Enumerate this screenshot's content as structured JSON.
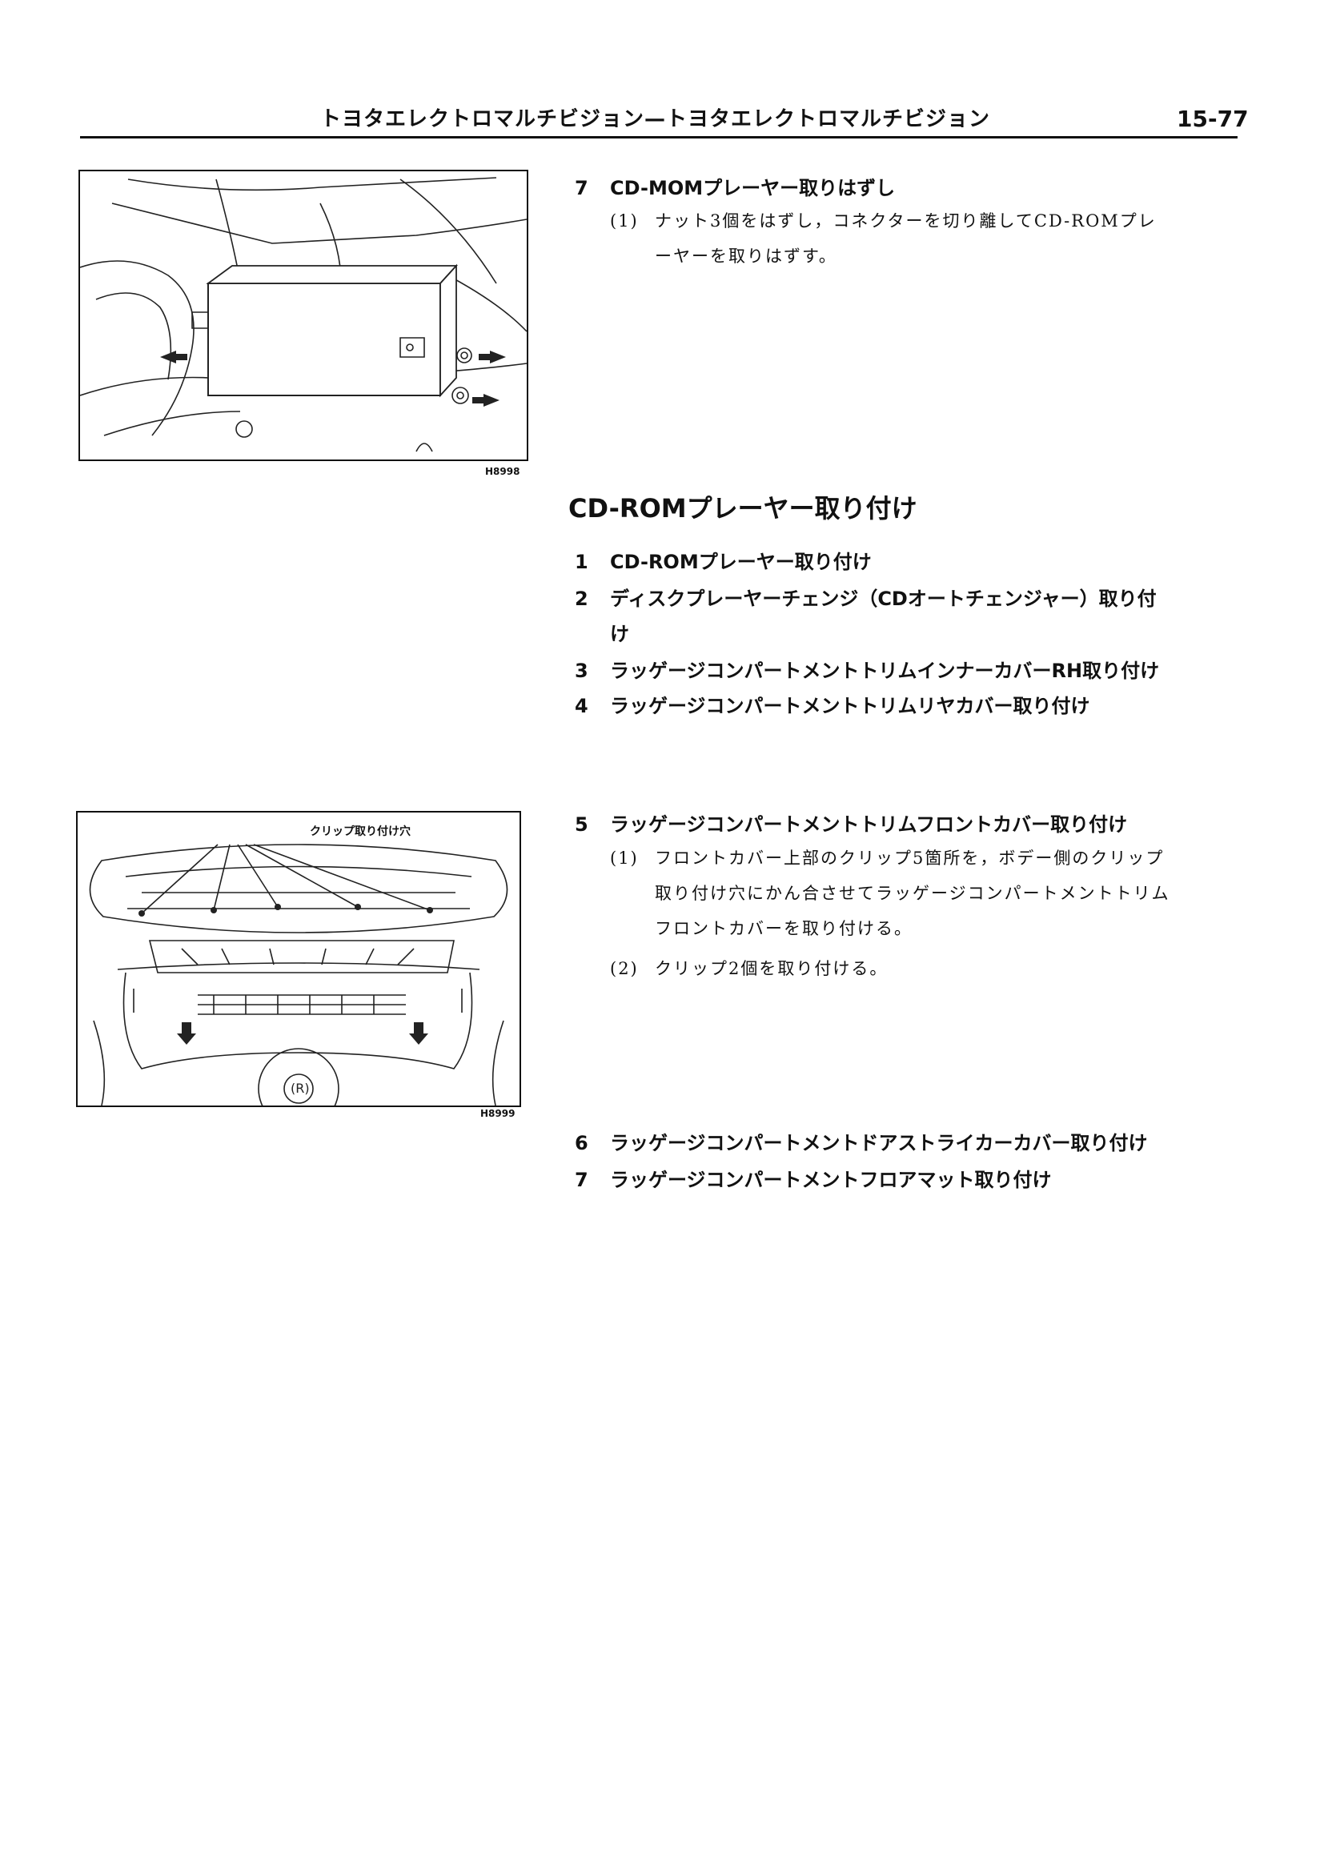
{
  "header": {
    "title": "トヨタエレクトロマルチビジョン—トヨタエレクトロマルチビジョン",
    "page_number": "15-77"
  },
  "figures": {
    "fig1": {
      "code": "H8998"
    },
    "fig2": {
      "code": "H8999",
      "callout": "クリップ取り付け穴"
    }
  },
  "removal": {
    "step7": {
      "num": "7",
      "title": "CD-MOMプレーヤー取りはずし",
      "sub1_marker": "(1)",
      "sub1_line1": "ナット3個をはずし，コネクターを切り離してCD-ROMプレ",
      "sub1_line2": "ーヤーを取りはずす。"
    }
  },
  "installation": {
    "section_title": "CD-ROMプレーヤー取り付け",
    "steps": [
      {
        "num": "1",
        "text": "CD-ROMプレーヤー取り付け"
      },
      {
        "num": "2",
        "text": "ディスクプレーヤーチェンジ（CDオートチェンジャー）取り付",
        "text_cont": "け"
      },
      {
        "num": "3",
        "text": "ラッゲージコンパートメントトリムインナーカバーRH取り付け"
      },
      {
        "num": "4",
        "text": "ラッゲージコンパートメントトリムリヤカバー取り付け"
      },
      {
        "num": "5",
        "text": "ラッゲージコンパートメントトリムフロントカバー取り付け"
      },
      {
        "num": "6",
        "text": "ラッゲージコンパートメントドアストライカーカバー取り付け"
      },
      {
        "num": "7",
        "text": "ラッゲージコンパートメントフロアマット取り付け"
      }
    ],
    "step5_subs": {
      "s1_marker": "(1)",
      "s1_line1": "フロントカバー上部のクリップ5箇所を，ボデー側のクリップ",
      "s1_line2": "取り付け穴にかん合させてラッゲージコンパートメントトリム",
      "s1_line3": "フロントカバーを取り付ける。",
      "s2_marker": "(2)",
      "s2_line1": "クリップ2個を取り付ける。"
    }
  }
}
